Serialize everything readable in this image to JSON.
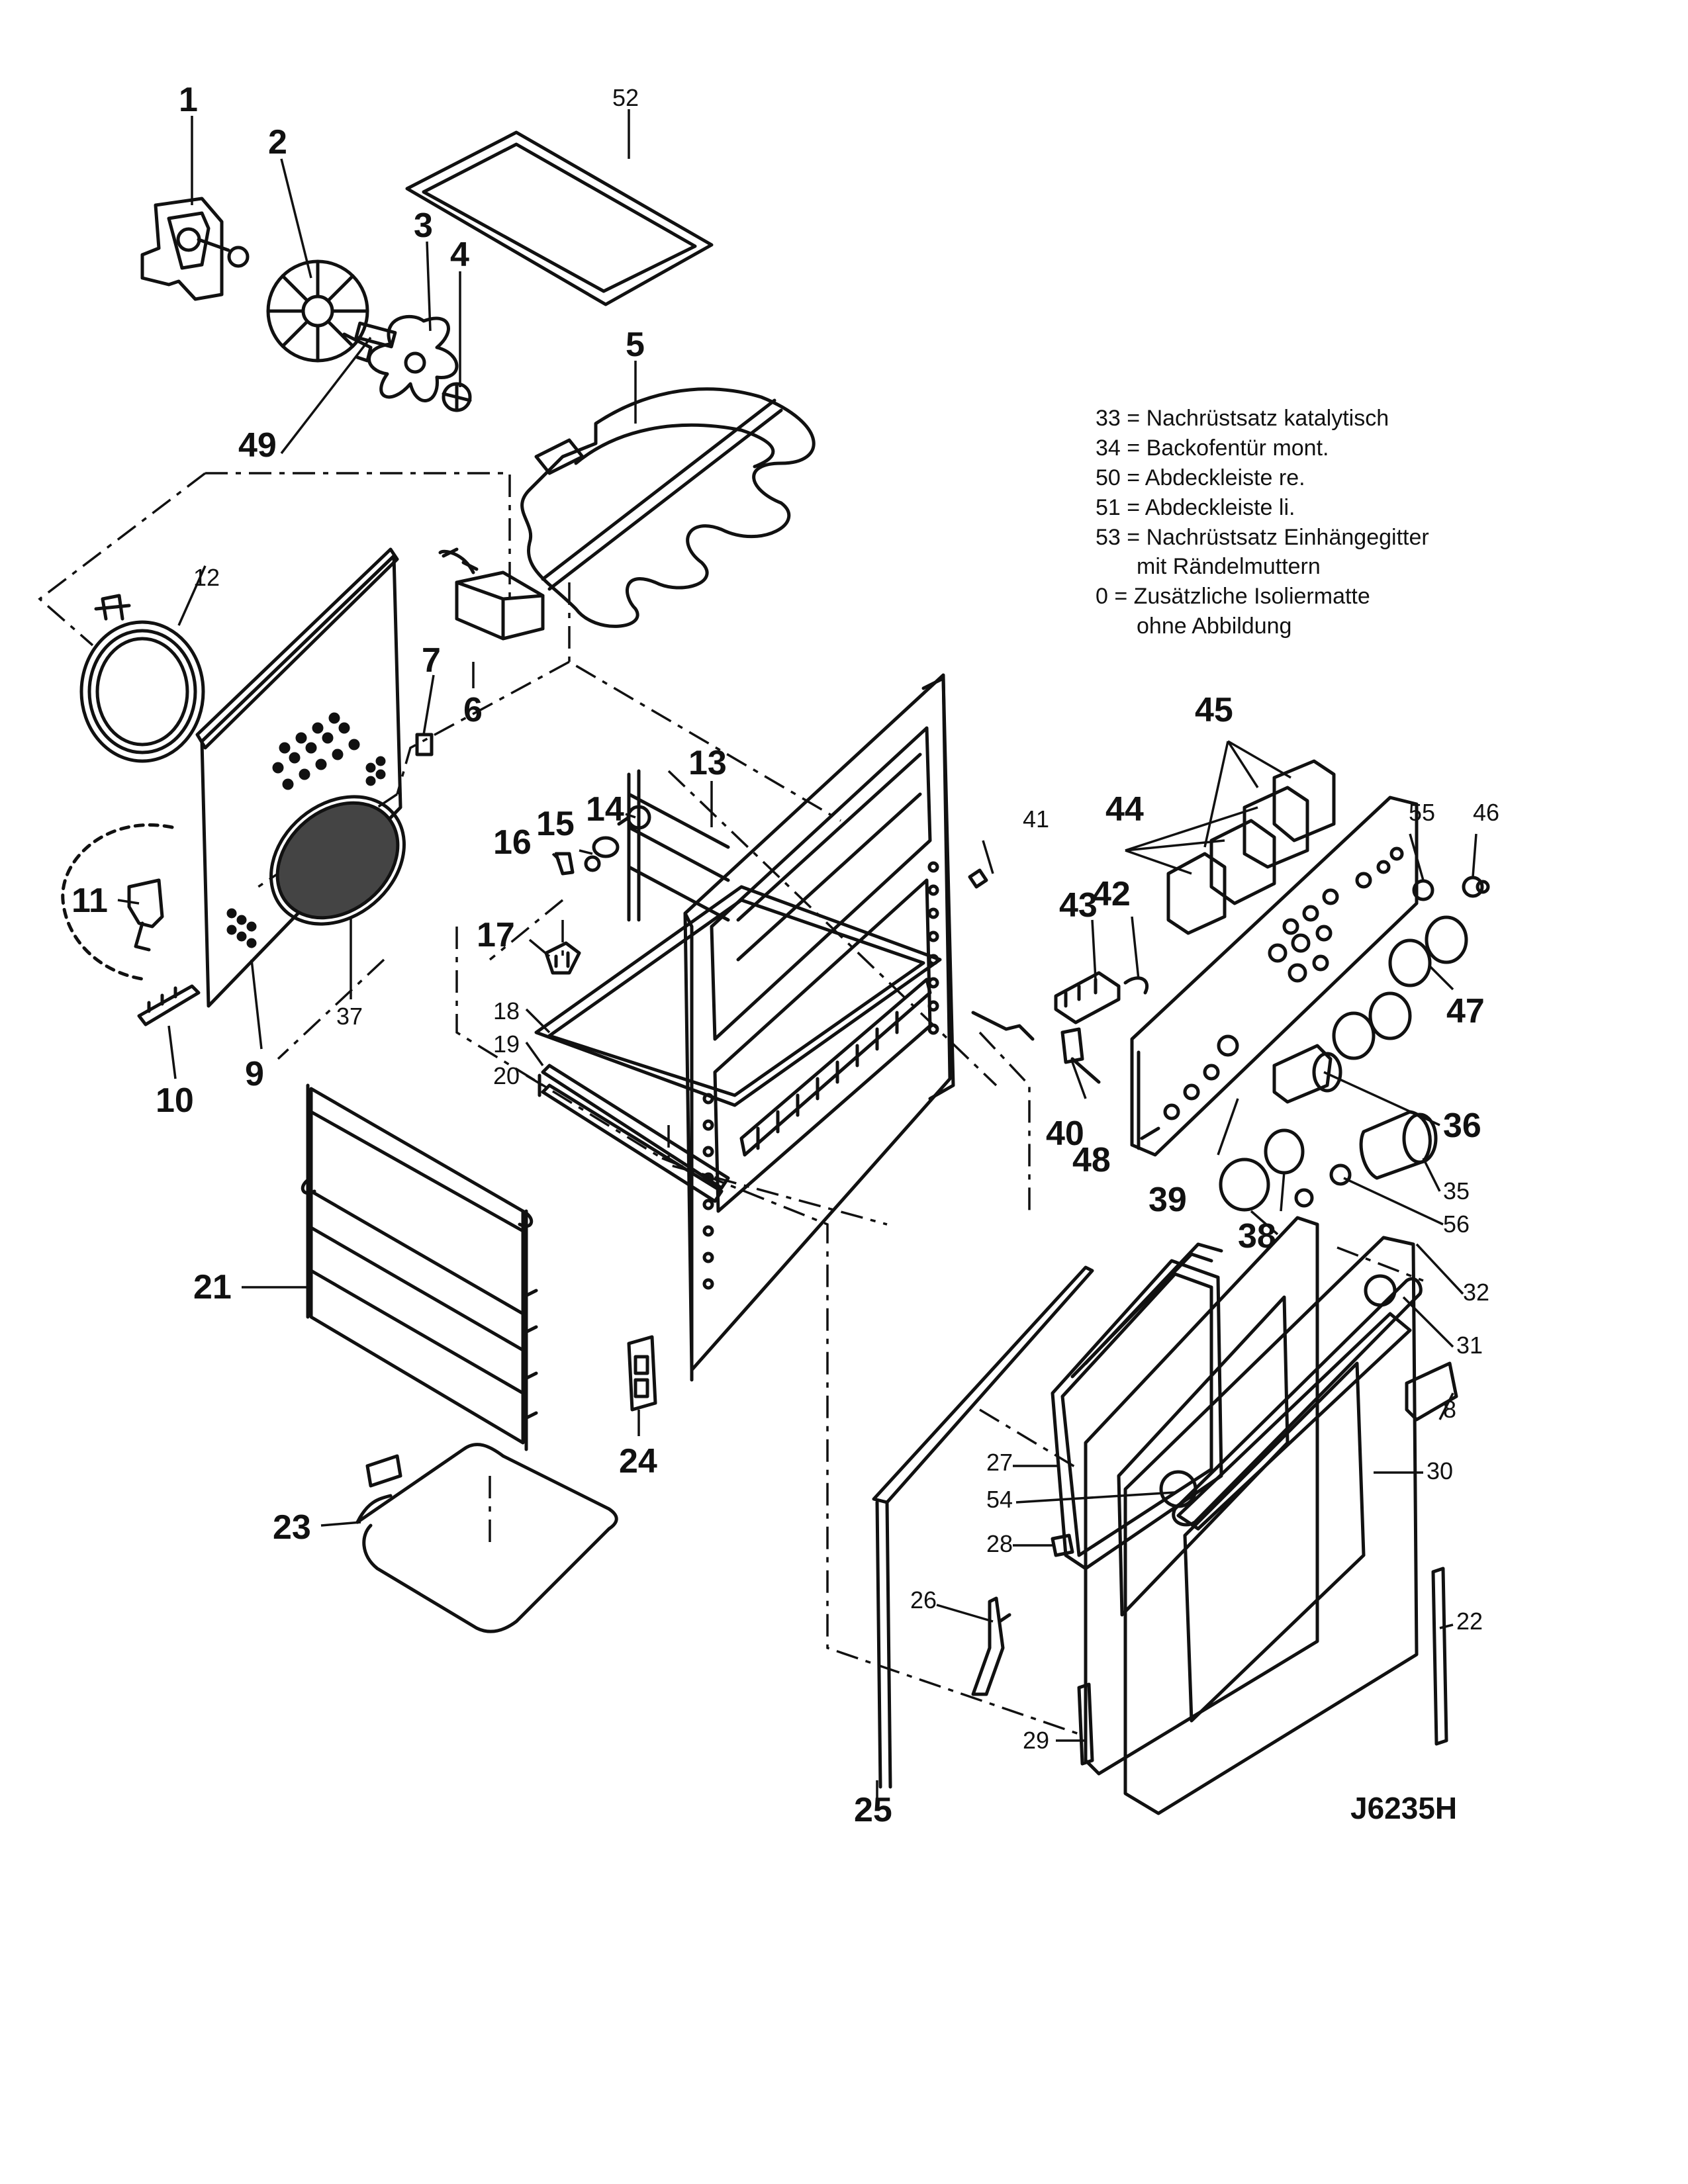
{
  "legend": [
    {
      "text": "33 = Nachrüstsatz katalytisch"
    },
    {
      "text": "34 = Backofentür mont."
    },
    {
      "text": "50 = Abdeckleiste re."
    },
    {
      "text": "51 = Abdeckleiste li."
    },
    {
      "text": "53 = Nachrüstsatz Einhängegitter"
    },
    {
      "text": "mit Rändelmuttern"
    },
    {
      "text": "0 = Zusätzliche Isoliermatte"
    },
    {
      "text": "ohne Abbildung"
    }
  ],
  "drawing_code": "J6235H",
  "callouts": {
    "p1": "1",
    "p2": "2",
    "p3": "3",
    "p4": "4",
    "p5": "5",
    "p6": "6",
    "p7": "7",
    "p8": "8",
    "p9": "9",
    "p10": "10",
    "p11": "11",
    "p12": "12",
    "p13": "13",
    "p14": "14",
    "p15": "15",
    "p16": "16",
    "p17": "17",
    "p18": "18",
    "p19": "19",
    "p20": "20",
    "p21": "21",
    "p22": "22",
    "p23": "23",
    "p24": "24",
    "p25": "25",
    "p26": "26",
    "p27": "27",
    "p28": "28",
    "p29": "29",
    "p30": "30",
    "p31": "31",
    "p32": "32",
    "p35": "35",
    "p36": "36",
    "p37": "37",
    "p38": "38",
    "p39": "39",
    "p40": "40",
    "p41": "41",
    "p42": "42",
    "p43": "43",
    "p44": "44",
    "p45": "45",
    "p46": "46",
    "p47": "47",
    "p48": "48",
    "p49": "49",
    "p52": "52",
    "p54": "54",
    "p55": "55",
    "p56": "56"
  }
}
